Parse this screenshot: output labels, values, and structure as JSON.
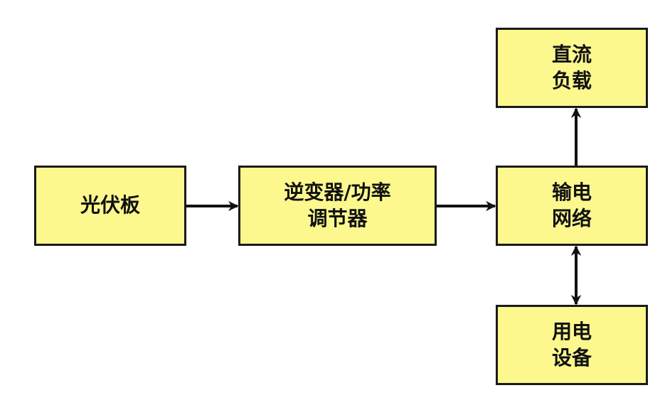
{
  "colors": {
    "box_fill": "#fcf88e",
    "box_border": "#1a1a1a",
    "arrow": "#111111",
    "text": "#111111"
  },
  "nodes": {
    "pv_panel": {
      "lines": [
        "光伏板"
      ]
    },
    "inverter": {
      "lines": [
        "逆变器/功率",
        "调节器"
      ]
    },
    "grid": {
      "lines": [
        "输电",
        "网络"
      ]
    },
    "dc_load": {
      "lines": [
        "直流",
        "负载"
      ]
    },
    "devices": {
      "lines": [
        "用电",
        "设备"
      ]
    }
  },
  "edges": [
    {
      "from": "光伏板",
      "to": "逆变器/功率调节器",
      "direction": "forward"
    },
    {
      "from": "逆变器/功率调节器",
      "to": "输电网络",
      "direction": "forward"
    },
    {
      "from": "输电网络",
      "to": "直流负载",
      "direction": "forward"
    },
    {
      "from": "输电网络",
      "to": "用电设备",
      "direction": "bidirectional"
    }
  ]
}
